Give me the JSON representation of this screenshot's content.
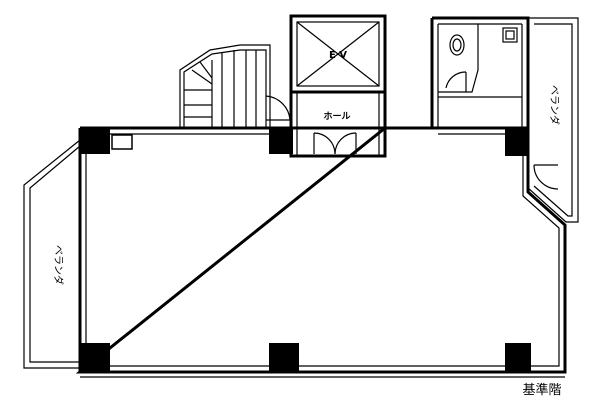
{
  "floor_plan": {
    "labels": {
      "ev": "E V",
      "hall": "ホール",
      "veranda_right": "ベランダ",
      "veranda_left": "ベランダ",
      "floor_caption": "基準階"
    },
    "icons": {
      "stair": "staircase-icon",
      "door": "door-swing-icon",
      "toilet": "toilet-icon",
      "sink": "sink-icon"
    }
  }
}
